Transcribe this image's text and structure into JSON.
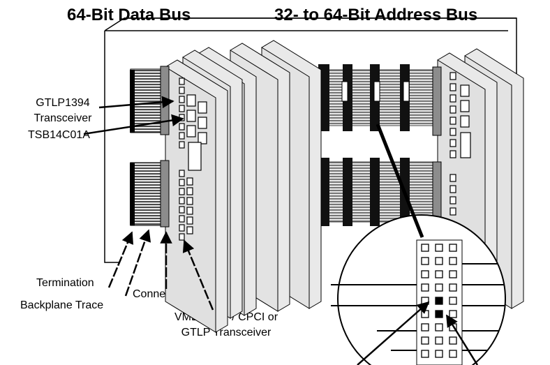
{
  "titles": {
    "data_bus": "64-Bit Data Bus",
    "address_bus": "32- to 64-Bit Address Bus"
  },
  "labels": {
    "gtlp1394_line1": "GTLP1394",
    "gtlp1394_line2": "Transceiver",
    "tsb14c01a": "TSB14C01A",
    "termination": "Termination",
    "backplane_trace": "Backplane Trace",
    "connector": "Connector",
    "vme_line1": "VME / FB+ / CPCI or",
    "vme_line2": "GTLP Transceiver"
  }
}
